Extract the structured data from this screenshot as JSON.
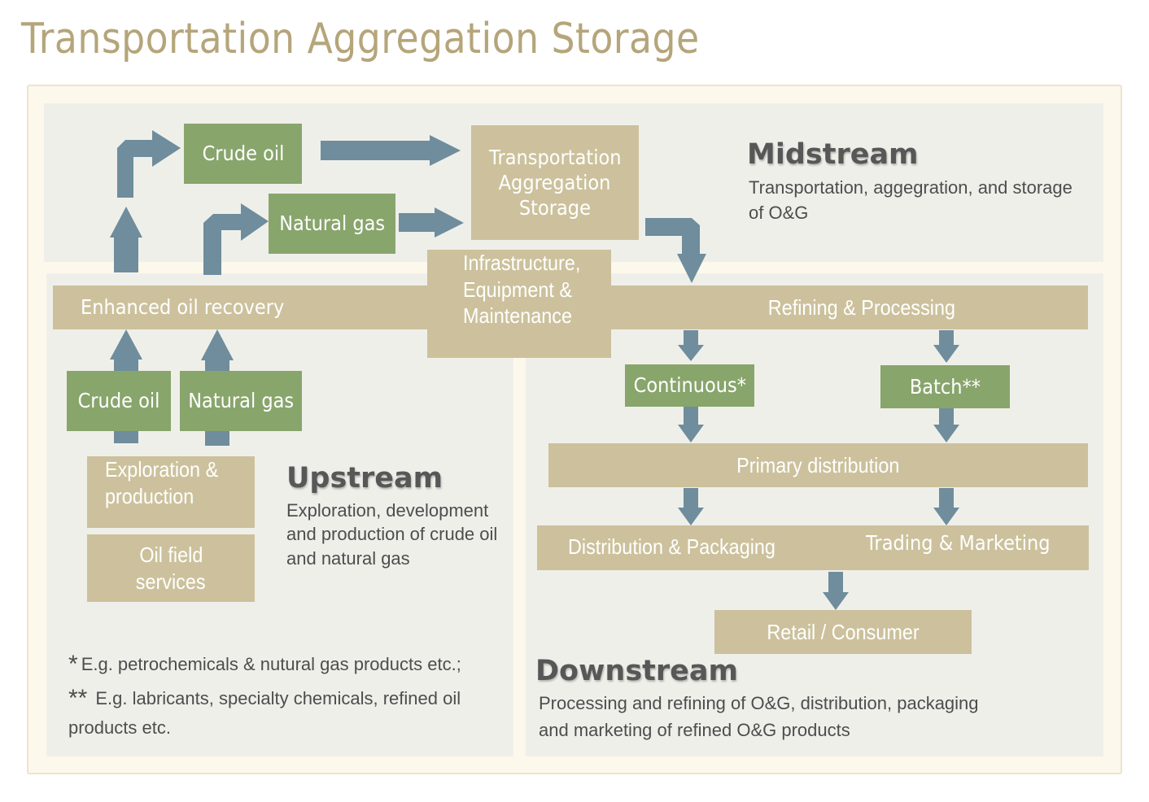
{
  "title": "Transportation Aggregation Storage",
  "midstream": {
    "crude_oil": "Crude oil",
    "natural_gas": "Natural gas",
    "tas_lines": [
      "Transportation",
      "Aggregation",
      "Storage"
    ],
    "heading": "Midstream",
    "desc_lines": [
      "Transportation, aggegration, and storage",
      "of O&G"
    ]
  },
  "infrastructure_lines": [
    "Infrastructure,",
    "Equipment &",
    "Maintenance"
  ],
  "upstream": {
    "enhanced_oil_recovery": "Enhanced oil recovery",
    "crude_oil": "Crude oil",
    "natural_gas": "Natural gas",
    "exploration_lines": [
      "Exploration &",
      "production"
    ],
    "oilfield_lines": [
      "Oil field",
      "services"
    ],
    "heading": "Upstream",
    "desc_lines": [
      "Exploration, development",
      "and production of crude oil",
      "and natural gas"
    ]
  },
  "downstream": {
    "refining": "Refining & Processing",
    "continuous": "Continuous*",
    "batch": "Batch**",
    "primary_distribution": "Primary distribution",
    "distribution_packaging": "Distribution & Packaging",
    "trading_marketing": "Trading & Marketing",
    "retail": "Retail / Consumer",
    "heading": "Downstream",
    "desc_lines": [
      "Processing and refining of O&G, distribution, packaging",
      "and marketing of refined O&G products"
    ]
  },
  "notes": {
    "mark1": "*",
    "note1": "E.g. petrochemicals & nutural gas products etc.;",
    "mark2": "**",
    "note2_line1": "E.g. labricants, specialty chemicals, refined oil",
    "note2_line2": "products etc."
  },
  "colors": {
    "title": "#b5a57a",
    "green_box": "#88a56c",
    "tan_box": "#ccc19c",
    "arrow": "#6f8d9c",
    "region_bg": "#efefea",
    "frame_bg": "#fdf8ec"
  }
}
